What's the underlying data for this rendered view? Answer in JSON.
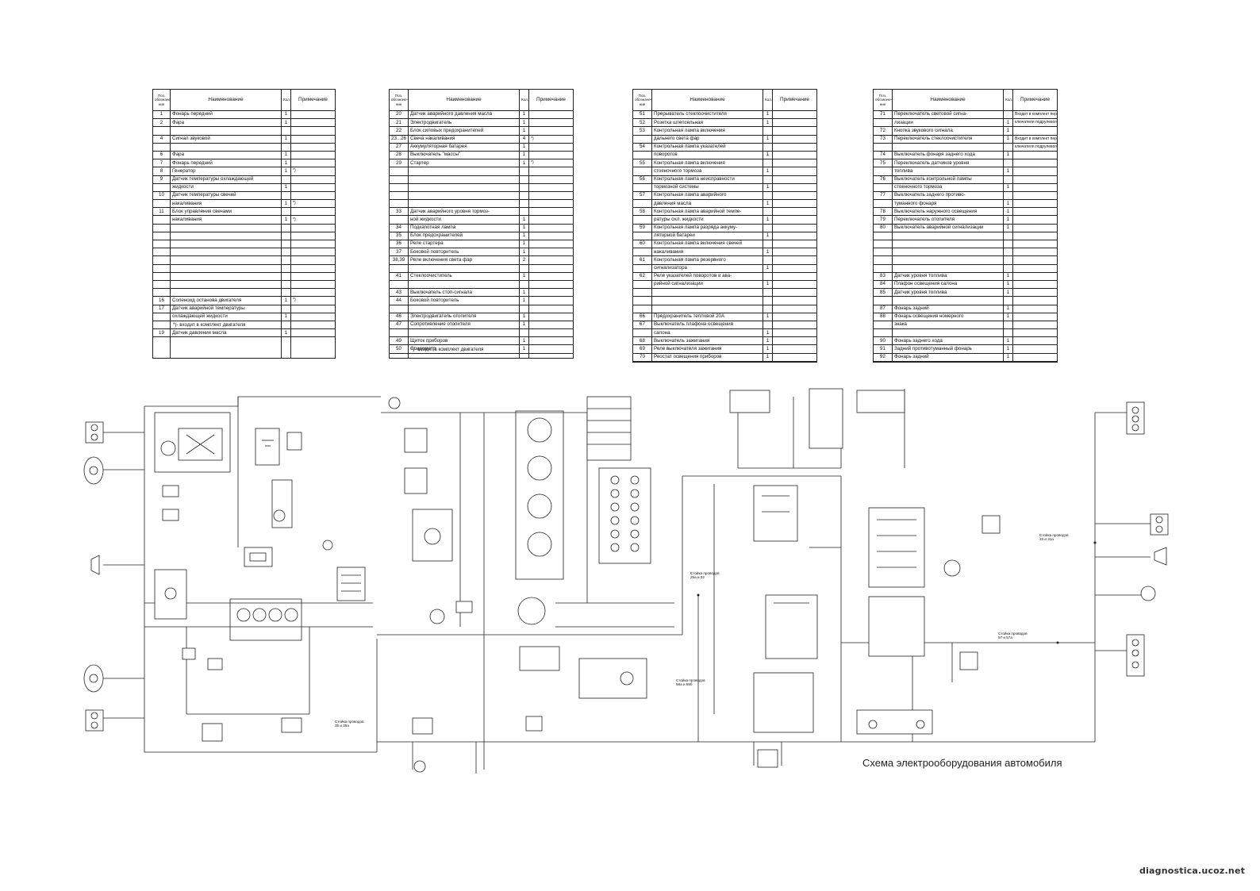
{
  "title": "Схема электрооборудования автомобиля",
  "watermark": "diagnostica.ucoz.net",
  "footnotes": [
    "*)- входит в комплект двигателя",
    "*)- входит в комплект двигателя"
  ],
  "harness_notes": [
    "Стойка проводов 35 и 35а",
    "Стойка проводов 25а и 32",
    "Стойка проводов 57 и 57а",
    "Стойка проводов 33 и 31а",
    "Стойка проводов 58а и 58б"
  ],
  "tables": [
    {
      "headers": {
        "pos": "Поз. обозначе- ние",
        "name": "Наименование",
        "qty": "Кол.",
        "note": "Примечание"
      },
      "rows": [
        {
          "pos": "1",
          "name": "Фонарь передний",
          "qty": "1",
          "note": ""
        },
        {
          "pos": "2",
          "name": "Фара",
          "qty": "1",
          "note": ""
        },
        {
          "pos": "",
          "name": "",
          "qty": "",
          "note": ""
        },
        {
          "pos": "4",
          "name": "Сигнал звуковой",
          "qty": "1",
          "note": ""
        },
        {
          "pos": "",
          "name": "",
          "qty": "",
          "note": ""
        },
        {
          "pos": "6",
          "name": "Фара",
          "qty": "1",
          "note": ""
        },
        {
          "pos": "7",
          "name": "Фонарь передний",
          "qty": "1",
          "note": ""
        },
        {
          "pos": "8",
          "name": "Генератор",
          "qty": "1",
          "note": "*)"
        },
        {
          "pos": "9",
          "name": "Датчик температуры охлаждающей",
          "qty": "",
          "note": ""
        },
        {
          "pos": "",
          "name": "жидкости",
          "qty": "1",
          "note": ""
        },
        {
          "pos": "10",
          "name": "Датчик температуры свечей",
          "qty": "",
          "note": ""
        },
        {
          "pos": "",
          "name": "накаливания",
          "qty": "1",
          "note": "*)"
        },
        {
          "pos": "11",
          "name": "Блок управления свечами",
          "qty": "",
          "note": ""
        },
        {
          "pos": "",
          "name": "накаливания",
          "qty": "1",
          "note": "*)"
        },
        {
          "pos": "",
          "name": "",
          "qty": "",
          "note": ""
        },
        {
          "pos": "",
          "name": "",
          "qty": "",
          "note": ""
        },
        {
          "pos": "",
          "name": "",
          "qty": "",
          "note": ""
        },
        {
          "pos": "",
          "name": "",
          "qty": "",
          "note": ""
        },
        {
          "pos": "",
          "name": "",
          "qty": "",
          "note": ""
        },
        {
          "pos": "",
          "name": "",
          "qty": "",
          "note": ""
        },
        {
          "pos": "",
          "name": "",
          "qty": "",
          "note": ""
        },
        {
          "pos": "",
          "name": "",
          "qty": "",
          "note": ""
        },
        {
          "pos": "",
          "name": "",
          "qty": "",
          "note": ""
        },
        {
          "pos": "16",
          "name": "Соленоид останова двигателя",
          "qty": "1",
          "note": "*)"
        },
        {
          "pos": "17",
          "name": "Датчик аварийной температуры",
          "qty": "",
          "note": ""
        },
        {
          "pos": "",
          "name": "охлаждающей жидкости",
          "qty": "1",
          "note": ""
        },
        {
          "pos": "",
          "name": "",
          "qty": "",
          "note": ""
        },
        {
          "pos": "19",
          "name": "Датчик давления масла",
          "qty": "1",
          "note": ""
        }
      ]
    },
    {
      "headers": {
        "pos": "Поз. обозначе- ние",
        "name": "Наименование",
        "qty": "Кол.",
        "note": "Примечание"
      },
      "rows": [
        {
          "pos": "20",
          "name": "Датчик аварийного давления масла",
          "qty": "1",
          "note": ""
        },
        {
          "pos": "21",
          "name": "Электродвигатель",
          "qty": "1",
          "note": ""
        },
        {
          "pos": "22",
          "name": "Блок силовых предохранителей",
          "qty": "1",
          "note": ""
        },
        {
          "pos": "23...26",
          "name": "Свеча накаливания",
          "qty": "4",
          "note": "*)"
        },
        {
          "pos": "27",
          "name": "Аккумуляторная батарея",
          "qty": "1",
          "note": ""
        },
        {
          "pos": "28",
          "name": "Выключатель \"массы\"",
          "qty": "1",
          "note": ""
        },
        {
          "pos": "29",
          "name": "Стартер",
          "qty": "1",
          "note": "*)"
        },
        {
          "pos": "",
          "name": "",
          "qty": "",
          "note": ""
        },
        {
          "pos": "",
          "name": "",
          "qty": "",
          "note": ""
        },
        {
          "pos": "",
          "name": "",
          "qty": "",
          "note": ""
        },
        {
          "pos": "",
          "name": "",
          "qty": "",
          "note": ""
        },
        {
          "pos": "",
          "name": "",
          "qty": "",
          "note": ""
        },
        {
          "pos": "33",
          "name": "Датчик аварийного уровня тормоз-",
          "qty": "",
          "note": ""
        },
        {
          "pos": "",
          "name": "ной жидкости",
          "qty": "1",
          "note": ""
        },
        {
          "pos": "34",
          "name": "Подкапотная лампа",
          "qty": "1",
          "note": ""
        },
        {
          "pos": "35",
          "name": "Блок предохранителей",
          "qty": "1",
          "note": ""
        },
        {
          "pos": "36",
          "name": "Реле стартера",
          "qty": "1",
          "note": ""
        },
        {
          "pos": "37",
          "name": "Боковой повторитель",
          "qty": "1",
          "note": ""
        },
        {
          "pos": "38,39",
          "name": "Реле включения света фар",
          "qty": "2",
          "note": ""
        },
        {
          "pos": "",
          "name": "",
          "qty": "",
          "note": ""
        },
        {
          "pos": "41",
          "name": "Стеклоочиститель",
          "qty": "1",
          "note": ""
        },
        {
          "pos": "",
          "name": "",
          "qty": "",
          "note": ""
        },
        {
          "pos": "43",
          "name": "Выключатель стоп-сигнала",
          "qty": "1",
          "note": ""
        },
        {
          "pos": "44",
          "name": "Боковой повторитель",
          "qty": "1",
          "note": ""
        },
        {
          "pos": "",
          "name": "",
          "qty": "",
          "note": ""
        },
        {
          "pos": "46",
          "name": "Электродвигатель отопителя",
          "qty": "1",
          "note": ""
        },
        {
          "pos": "47",
          "name": "Сопротивление отопителя",
          "qty": "1",
          "note": ""
        },
        {
          "pos": "",
          "name": "",
          "qty": "",
          "note": ""
        },
        {
          "pos": "49",
          "name": "Щиток приборов",
          "qty": "1",
          "note": ""
        },
        {
          "pos": "50",
          "name": "Спидометр",
          "qty": "1",
          "note": ""
        }
      ]
    },
    {
      "headers": {
        "pos": "Поз. обозначе- ние",
        "name": "Наименование",
        "qty": "Кол.",
        "note": "Примечание"
      },
      "rows": [
        {
          "pos": "51",
          "name": "Прерыватель стеклоочистителя",
          "qty": "1",
          "note": ""
        },
        {
          "pos": "52",
          "name": "Розетка штепсельная",
          "qty": "1",
          "note": ""
        },
        {
          "pos": "53",
          "name": "Контрольная лампа включения",
          "qty": "",
          "note": ""
        },
        {
          "pos": "",
          "name": "дальнего света фар",
          "qty": "1",
          "note": ""
        },
        {
          "pos": "54",
          "name": "Контрольная лампа указателей",
          "qty": "",
          "note": ""
        },
        {
          "pos": "",
          "name": "поворотов",
          "qty": "1",
          "note": ""
        },
        {
          "pos": "55",
          "name": "Контрольная лампа включения",
          "qty": "",
          "note": ""
        },
        {
          "pos": "",
          "name": "стояночного тормоза",
          "qty": "1",
          "note": ""
        },
        {
          "pos": "56",
          "name": "Контрольная лампа неисправности",
          "qty": "",
          "note": ""
        },
        {
          "pos": "",
          "name": "тормозной системы",
          "qty": "1",
          "note": ""
        },
        {
          "pos": "57",
          "name": "Контрольная лампа аварийного",
          "qty": "",
          "note": ""
        },
        {
          "pos": "",
          "name": "давления масла",
          "qty": "1",
          "note": ""
        },
        {
          "pos": "58",
          "name": "Контрольная лампа аварийной темпе-",
          "qty": "",
          "note": ""
        },
        {
          "pos": "",
          "name": "ратуры охл. жидкости",
          "qty": "1",
          "note": ""
        },
        {
          "pos": "59",
          "name": "Контрольная лампа разряда аккуму-",
          "qty": "",
          "note": ""
        },
        {
          "pos": "",
          "name": "ляторной батареи",
          "qty": "1",
          "note": ""
        },
        {
          "pos": "60",
          "name": "Контрольная лампа включения свечей",
          "qty": "",
          "note": ""
        },
        {
          "pos": "",
          "name": "накаливания",
          "qty": "1",
          "note": ""
        },
        {
          "pos": "61",
          "name": "Контрольная лампа резервного",
          "qty": "",
          "note": ""
        },
        {
          "pos": "",
          "name": "сигнализатора",
          "qty": "1",
          "note": ""
        },
        {
          "pos": "62",
          "name": "Реле указателей поворотов и ава-",
          "qty": "",
          "note": ""
        },
        {
          "pos": "",
          "name": "рийной сигнализации",
          "qty": "1",
          "note": ""
        },
        {
          "pos": "",
          "name": "",
          "qty": "",
          "note": ""
        },
        {
          "pos": "",
          "name": "",
          "qty": "",
          "note": ""
        },
        {
          "pos": "",
          "name": "",
          "qty": "",
          "note": ""
        },
        {
          "pos": "66",
          "name": "Предохранитель тепловой 20А",
          "qty": "1",
          "note": ""
        },
        {
          "pos": "67",
          "name": "Выключатель плафона освещения",
          "qty": "",
          "note": ""
        },
        {
          "pos": "",
          "name": "салона",
          "qty": "1",
          "note": ""
        },
        {
          "pos": "68",
          "name": "Выключатель зажигания",
          "qty": "1",
          "note": ""
        },
        {
          "pos": "69",
          "name": "Реле выключателя зажигания",
          "qty": "1",
          "note": ""
        },
        {
          "pos": "70",
          "name": "Реостат освещения приборов",
          "qty": "1",
          "note": ""
        }
      ]
    },
    {
      "headers": {
        "pos": "Поз. обозначе- ние",
        "name": "Наименование",
        "qty": "Кол.",
        "note": "Примечание"
      },
      "rows": [
        {
          "pos": "71",
          "name": "Переключатель световой сигна-",
          "qty": "",
          "note": "Входит в комплект пере-"
        },
        {
          "pos": "",
          "name": "лизации",
          "qty": "1",
          "note": "ключателя подрулевого"
        },
        {
          "pos": "72",
          "name": "Кнопка звукового сигнала",
          "qty": "1",
          "note": ""
        },
        {
          "pos": "73",
          "name": "Переключатель стеклоочистителя",
          "qty": "1",
          "note": "Входит в комплект пере-"
        },
        {
          "pos": "",
          "name": "",
          "qty": "",
          "note": "ключателя подрулевого"
        },
        {
          "pos": "74",
          "name": "Выключатель фонаря заднего хода",
          "qty": "1",
          "note": ""
        },
        {
          "pos": "75",
          "name": "Переключатель датчиков уровня",
          "qty": "",
          "note": ""
        },
        {
          "pos": "",
          "name": "топлива",
          "qty": "1",
          "note": ""
        },
        {
          "pos": "76",
          "name": "Выключатель контрольной лампы",
          "qty": "",
          "note": ""
        },
        {
          "pos": "",
          "name": "стояночного тормоза",
          "qty": "1",
          "note": ""
        },
        {
          "pos": "77",
          "name": "Выключатель заднего противо-",
          "qty": "",
          "note": ""
        },
        {
          "pos": "",
          "name": "туманного фонаря",
          "qty": "1",
          "note": ""
        },
        {
          "pos": "78",
          "name": "Выключатель наружного освещения",
          "qty": "1",
          "note": ""
        },
        {
          "pos": "79",
          "name": "Переключатель отопителя",
          "qty": "1",
          "note": ""
        },
        {
          "pos": "80",
          "name": "Выключатель аварийной сигнализации",
          "qty": "1",
          "note": ""
        },
        {
          "pos": "",
          "name": "",
          "qty": "",
          "note": ""
        },
        {
          "pos": "",
          "name": "",
          "qty": "",
          "note": ""
        },
        {
          "pos": "",
          "name": "",
          "qty": "",
          "note": ""
        },
        {
          "pos": "",
          "name": "",
          "qty": "",
          "note": ""
        },
        {
          "pos": "",
          "name": "",
          "qty": "",
          "note": ""
        },
        {
          "pos": "83",
          "name": "Датчик уровня топлива",
          "qty": "1",
          "note": ""
        },
        {
          "pos": "84",
          "name": "Плафон освещения салона",
          "qty": "1",
          "note": ""
        },
        {
          "pos": "85",
          "name": "Датчик уровня топлива",
          "qty": "1",
          "note": ""
        },
        {
          "pos": "",
          "name": "",
          "qty": "",
          "note": ""
        },
        {
          "pos": "87",
          "name": "Фонарь задний",
          "qty": "1",
          "note": ""
        },
        {
          "pos": "88",
          "name": "Фонарь освещения номерного",
          "qty": "1",
          "note": ""
        },
        {
          "pos": "",
          "name": "знака",
          "qty": "",
          "note": ""
        },
        {
          "pos": "",
          "name": "",
          "qty": "",
          "note": ""
        },
        {
          "pos": "90",
          "name": "Фонарь заднего хода",
          "qty": "1",
          "note": ""
        },
        {
          "pos": "91",
          "name": "Задний противотуманный фонарь",
          "qty": "1",
          "note": ""
        },
        {
          "pos": "92",
          "name": "Фонарь задний",
          "qty": "1",
          "note": ""
        }
      ]
    }
  ]
}
